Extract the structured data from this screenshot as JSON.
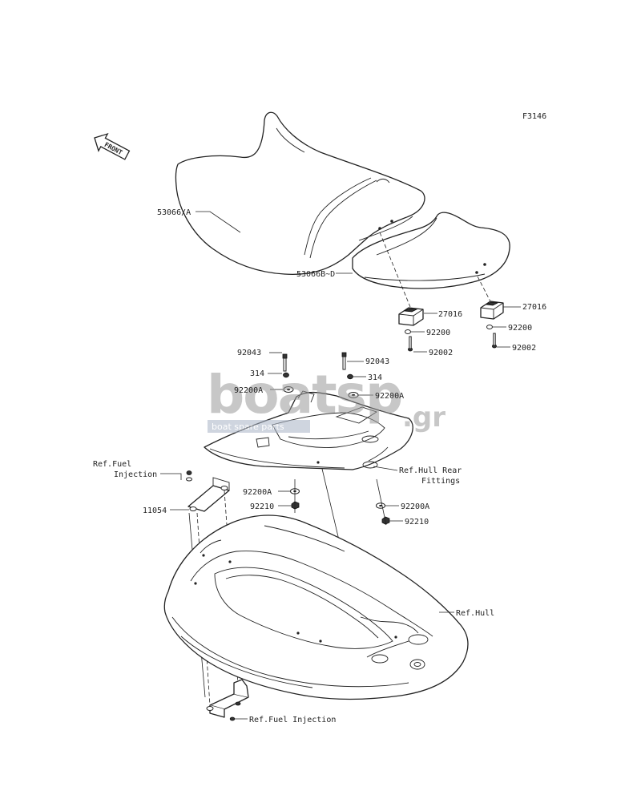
{
  "figure_code": "F3146",
  "front_arrow": "FRONT",
  "labels": {
    "seat_main": "53066/A",
    "seat_rear": "53066B~D",
    "bumper_l": "27016",
    "bumper_r": "27016",
    "washer_l": "92200",
    "washer_r": "92200",
    "screw_l": "92002",
    "screw_r": "92002",
    "bolt_l": "92043",
    "bolt_r": "92043",
    "collar_l": "314",
    "collar_r": "314",
    "washer_a_l": "92200A",
    "washer_a_r": "92200A",
    "ref_fuel_1": "Ref.Fuel",
    "ref_fuel_2": "Injection",
    "bracket": "11054",
    "washer_a_lower_l": "92200A",
    "nut_l": "92210",
    "washer_a_lower_r": "92200A",
    "nut_r": "92210",
    "ref_hull_rear_1": "Ref.Hull Rear",
    "ref_hull_rear_2": "Fittings",
    "ref_hull": "Ref.Hull",
    "ref_fuel_bottom": "Ref.Fuel Injection"
  },
  "watermark": {
    "brand": "boatsp",
    "suffix": ".gr",
    "tagline": "boat spare parts"
  }
}
